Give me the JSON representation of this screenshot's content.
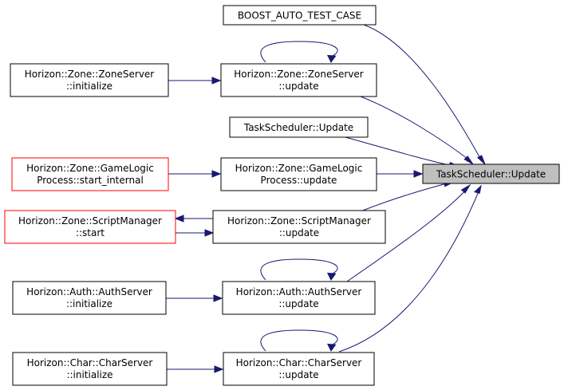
{
  "colors": {
    "edge": "#191970",
    "node_border": "#000000",
    "node_border_unresolved": "#ff0000",
    "target_fill": "#bfbfbf"
  },
  "nodes": {
    "boost_auto_test_case": {
      "lines": [
        "BOOST_AUTO_TEST_CASE"
      ]
    },
    "zoneserver_initialize": {
      "lines": [
        "Horizon::Zone::ZoneServer",
        "::initialize"
      ]
    },
    "zoneserver_update": {
      "lines": [
        "Horizon::Zone::ZoneServer",
        "::update"
      ]
    },
    "taskscheduler_update_caller": {
      "lines": [
        "TaskScheduler::Update"
      ]
    },
    "gamelogic_start_internal": {
      "lines": [
        "Horizon::Zone::GameLogic",
        "Process::start_internal"
      ]
    },
    "gamelogic_update": {
      "lines": [
        "Horizon::Zone::GameLogic",
        "Process::update"
      ]
    },
    "scriptmanager_start": {
      "lines": [
        "Horizon::Zone::ScriptManager",
        "::start"
      ]
    },
    "scriptmanager_update": {
      "lines": [
        "Horizon::Zone::ScriptManager",
        "::update"
      ]
    },
    "authserver_initialize": {
      "lines": [
        "Horizon::Auth::AuthServer",
        "::initialize"
      ]
    },
    "authserver_update": {
      "lines": [
        "Horizon::Auth::AuthServer",
        "::update"
      ]
    },
    "charserver_initialize": {
      "lines": [
        "Horizon::Char::CharServer",
        "::initialize"
      ]
    },
    "charserver_update": {
      "lines": [
        "Horizon::Char::CharServer",
        "::update"
      ]
    },
    "target": {
      "lines": [
        "TaskScheduler::Update"
      ]
    }
  }
}
